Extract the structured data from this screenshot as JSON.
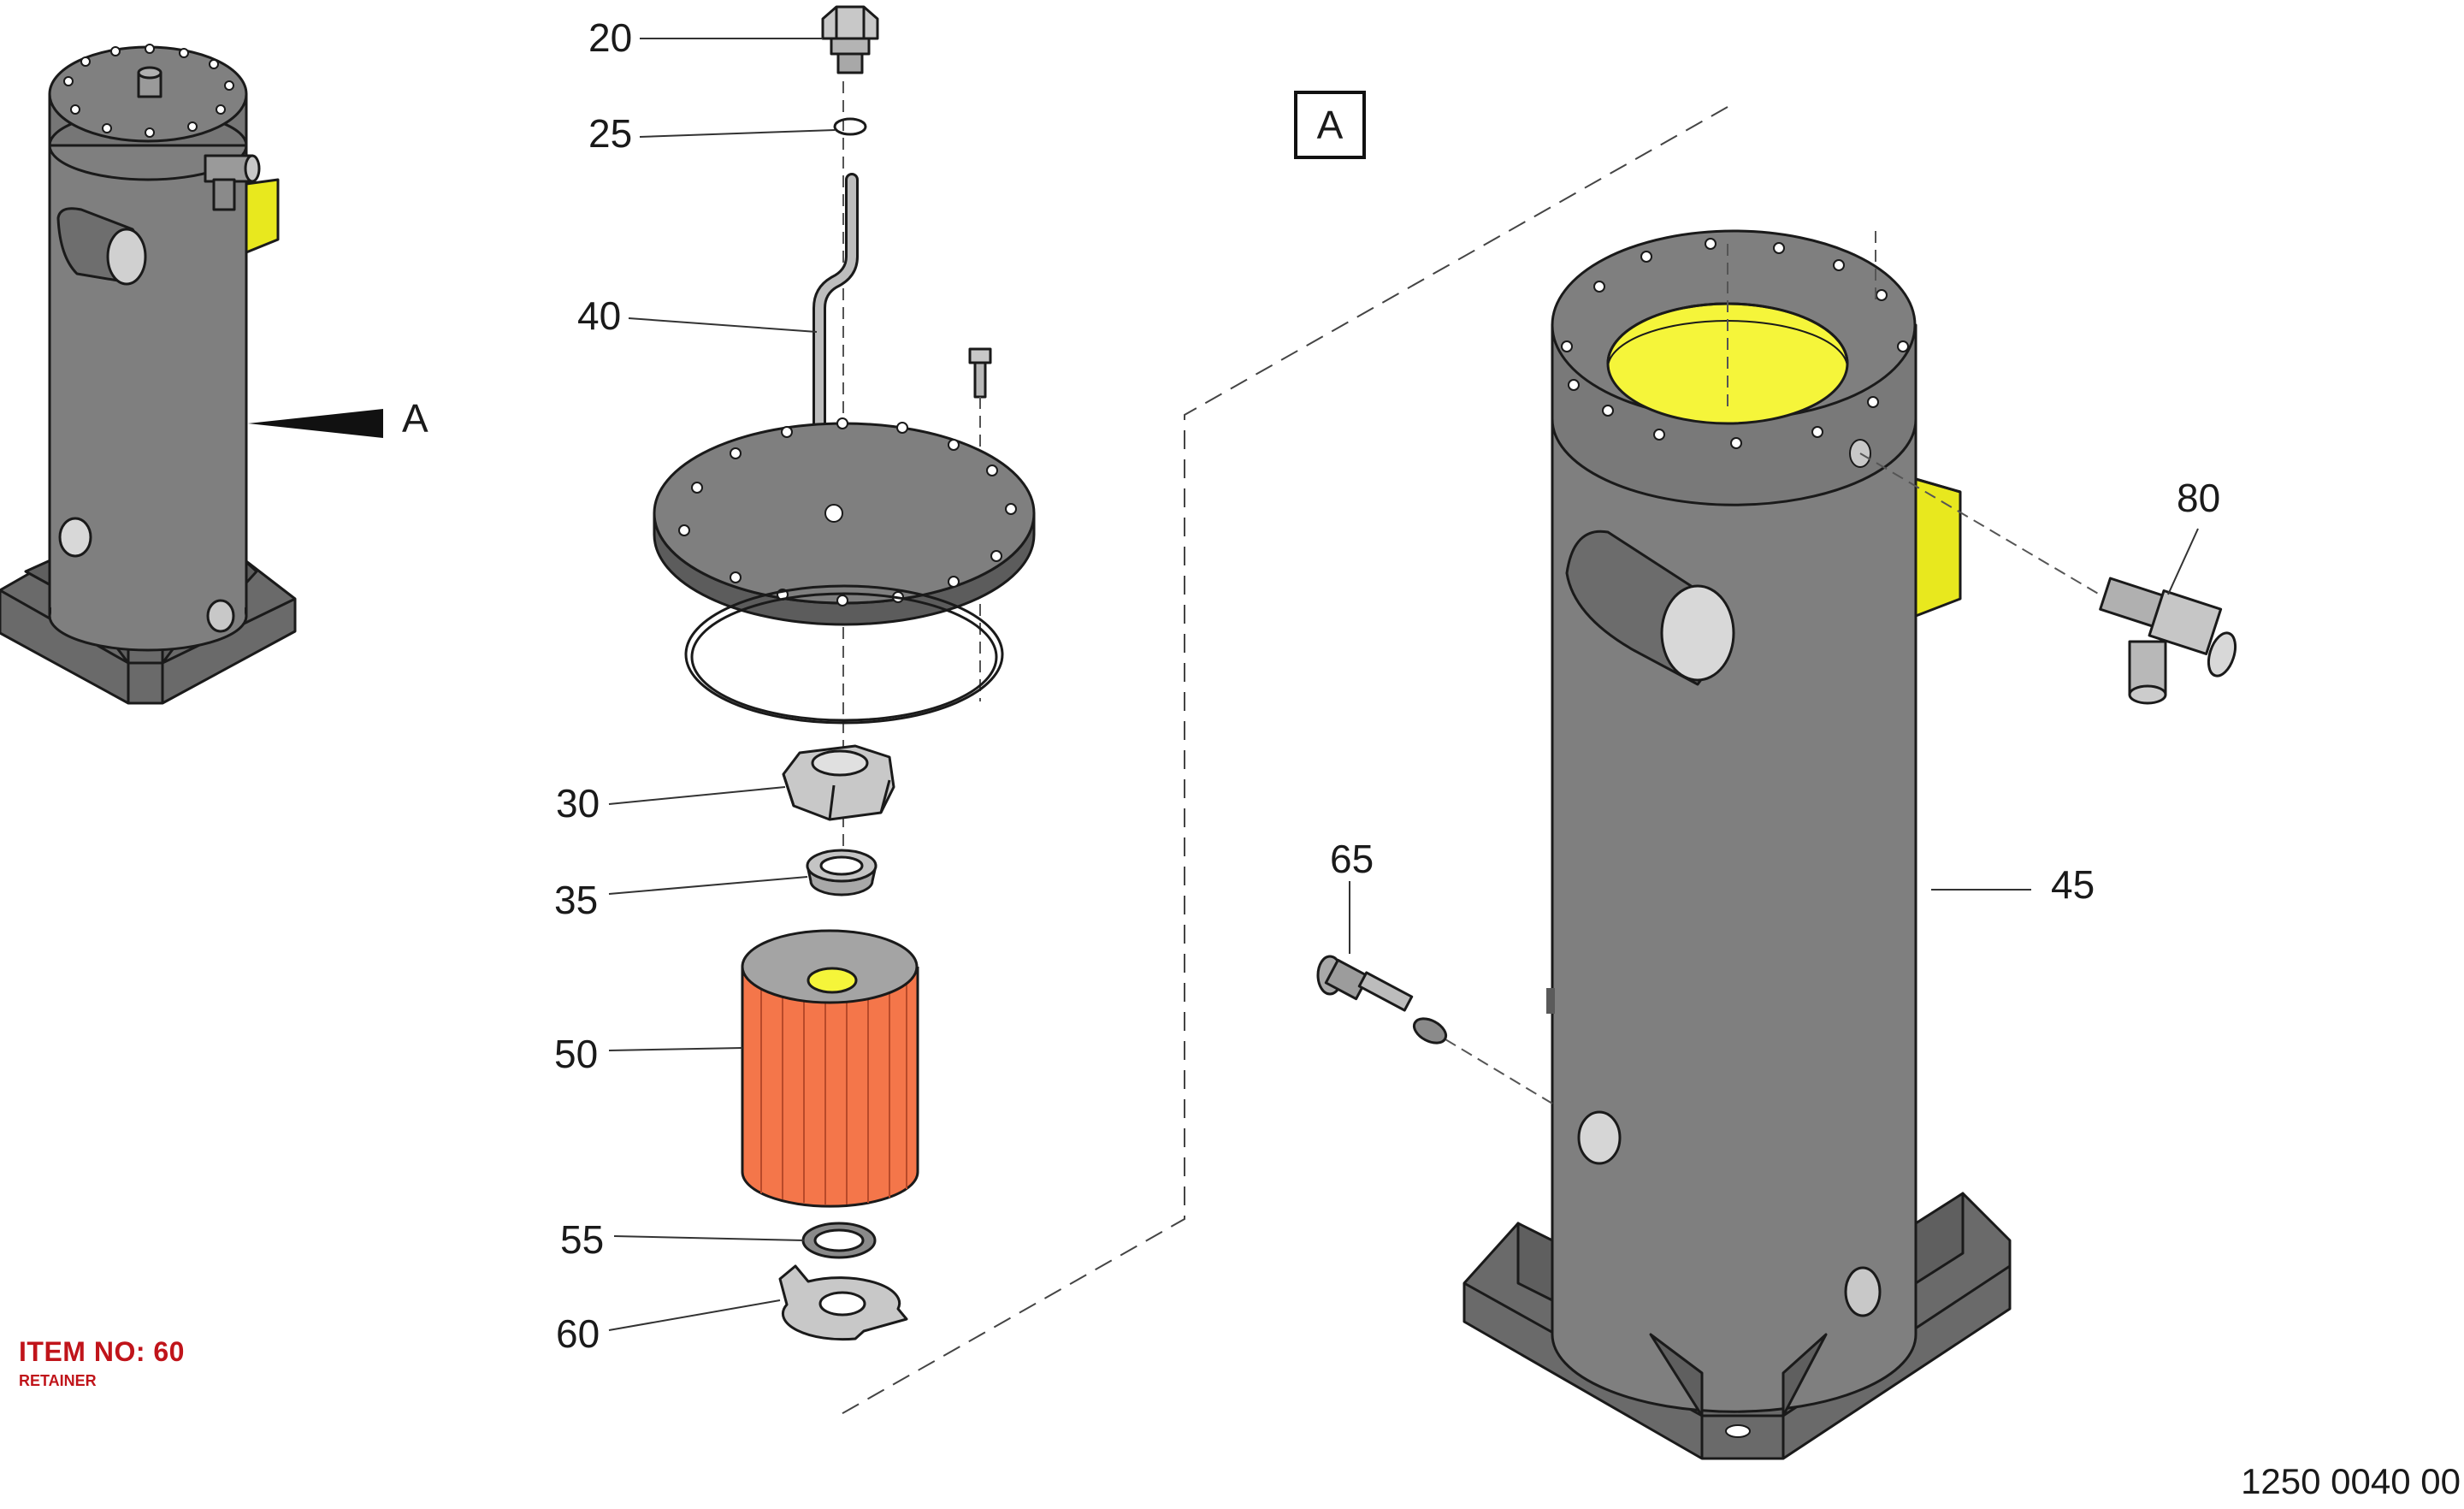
{
  "view_label": "A",
  "detail_box_label": "A",
  "callouts": {
    "c20": "20",
    "c25": "25",
    "c40": "40",
    "c30": "30",
    "c35": "35",
    "c50": "50",
    "c55": "55",
    "c60": "60",
    "c45": "45",
    "c65": "65",
    "c80": "80"
  },
  "item": {
    "title": "ITEM NO: 60",
    "name": "RETAINER"
  },
  "drawing_number": "1250 0040 00",
  "colors": {
    "body_gray": "#7f7f7f",
    "body_dark": "#5a5a5a",
    "part_light": "#c8c8c8",
    "highlight_yellow": "#f5f53a",
    "bracket_yellow": "#e8e81e",
    "filter_orange": "#f4764a",
    "item_red": "#c0141a"
  }
}
